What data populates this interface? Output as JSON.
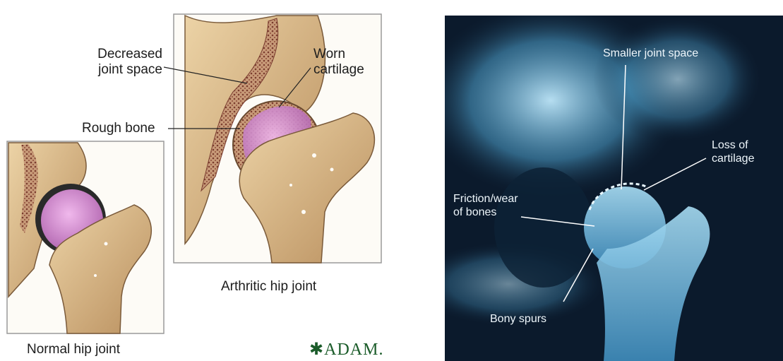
{
  "illustration": {
    "labels": {
      "decreased_joint_space": [
        "Decreased",
        "joint space"
      ],
      "worn_cartilage": [
        "Worn",
        "cartilage"
      ],
      "rough_bone": "Rough bone",
      "arthritic_caption": "Arthritic hip joint",
      "normal_caption": "Normal hip joint"
    },
    "logo_text": "ADAM."
  },
  "xray": {
    "labels": {
      "smaller_joint_space": "Smaller joint space",
      "loss_of_cartilage": [
        "Loss of",
        "cartilage"
      ],
      "friction_wear": [
        "Friction/wear",
        "of bones"
      ],
      "bony_spurs": "Bony spurs"
    }
  },
  "colors": {
    "bone": "#d9b98a",
    "cartilage": "#d48fd0",
    "marrow": "#9a5a48",
    "xray_bg": "#0b1a2c",
    "xray_bone": "#8fd0ef"
  }
}
